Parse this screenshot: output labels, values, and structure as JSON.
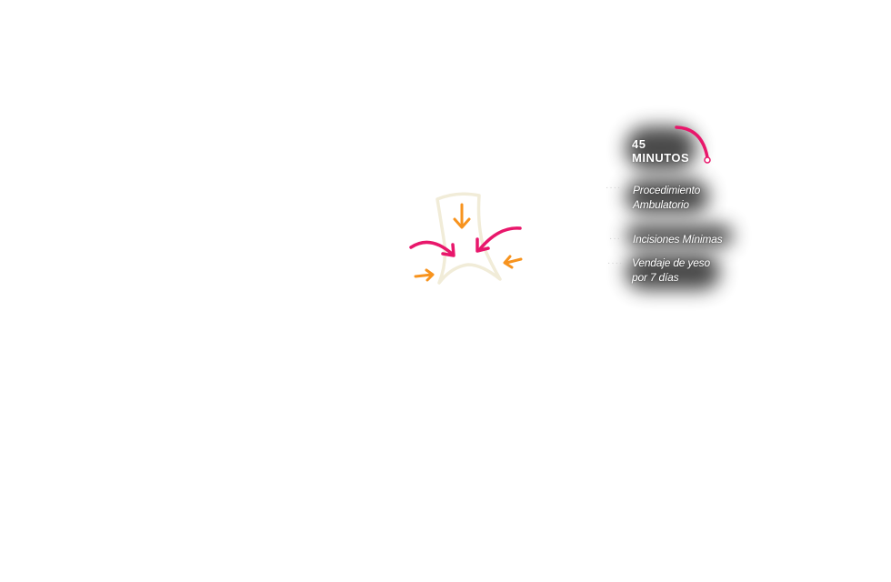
{
  "procedure": {
    "duration_number": "45",
    "duration_unit": "MINUTOS",
    "features": [
      {
        "line1": "Procedimiento",
        "line2": "Ambulatorio"
      },
      {
        "line1": "Incisiones Mínimas",
        "line2": ""
      },
      {
        "line1": "Vendaje de yeso",
        "line2": "por 7 días"
      }
    ]
  },
  "colors": {
    "accent_pink": "#e8176b",
    "accent_orange": "#f7931e",
    "outline_cream": "#f1ecd8",
    "panel_shadow": "#2a2a2a",
    "text": "#ffffff"
  },
  "icons": {
    "nose": "nose-outline-icon",
    "arrows": "compression-arrows-icon",
    "timer": "timer-arc-icon"
  }
}
